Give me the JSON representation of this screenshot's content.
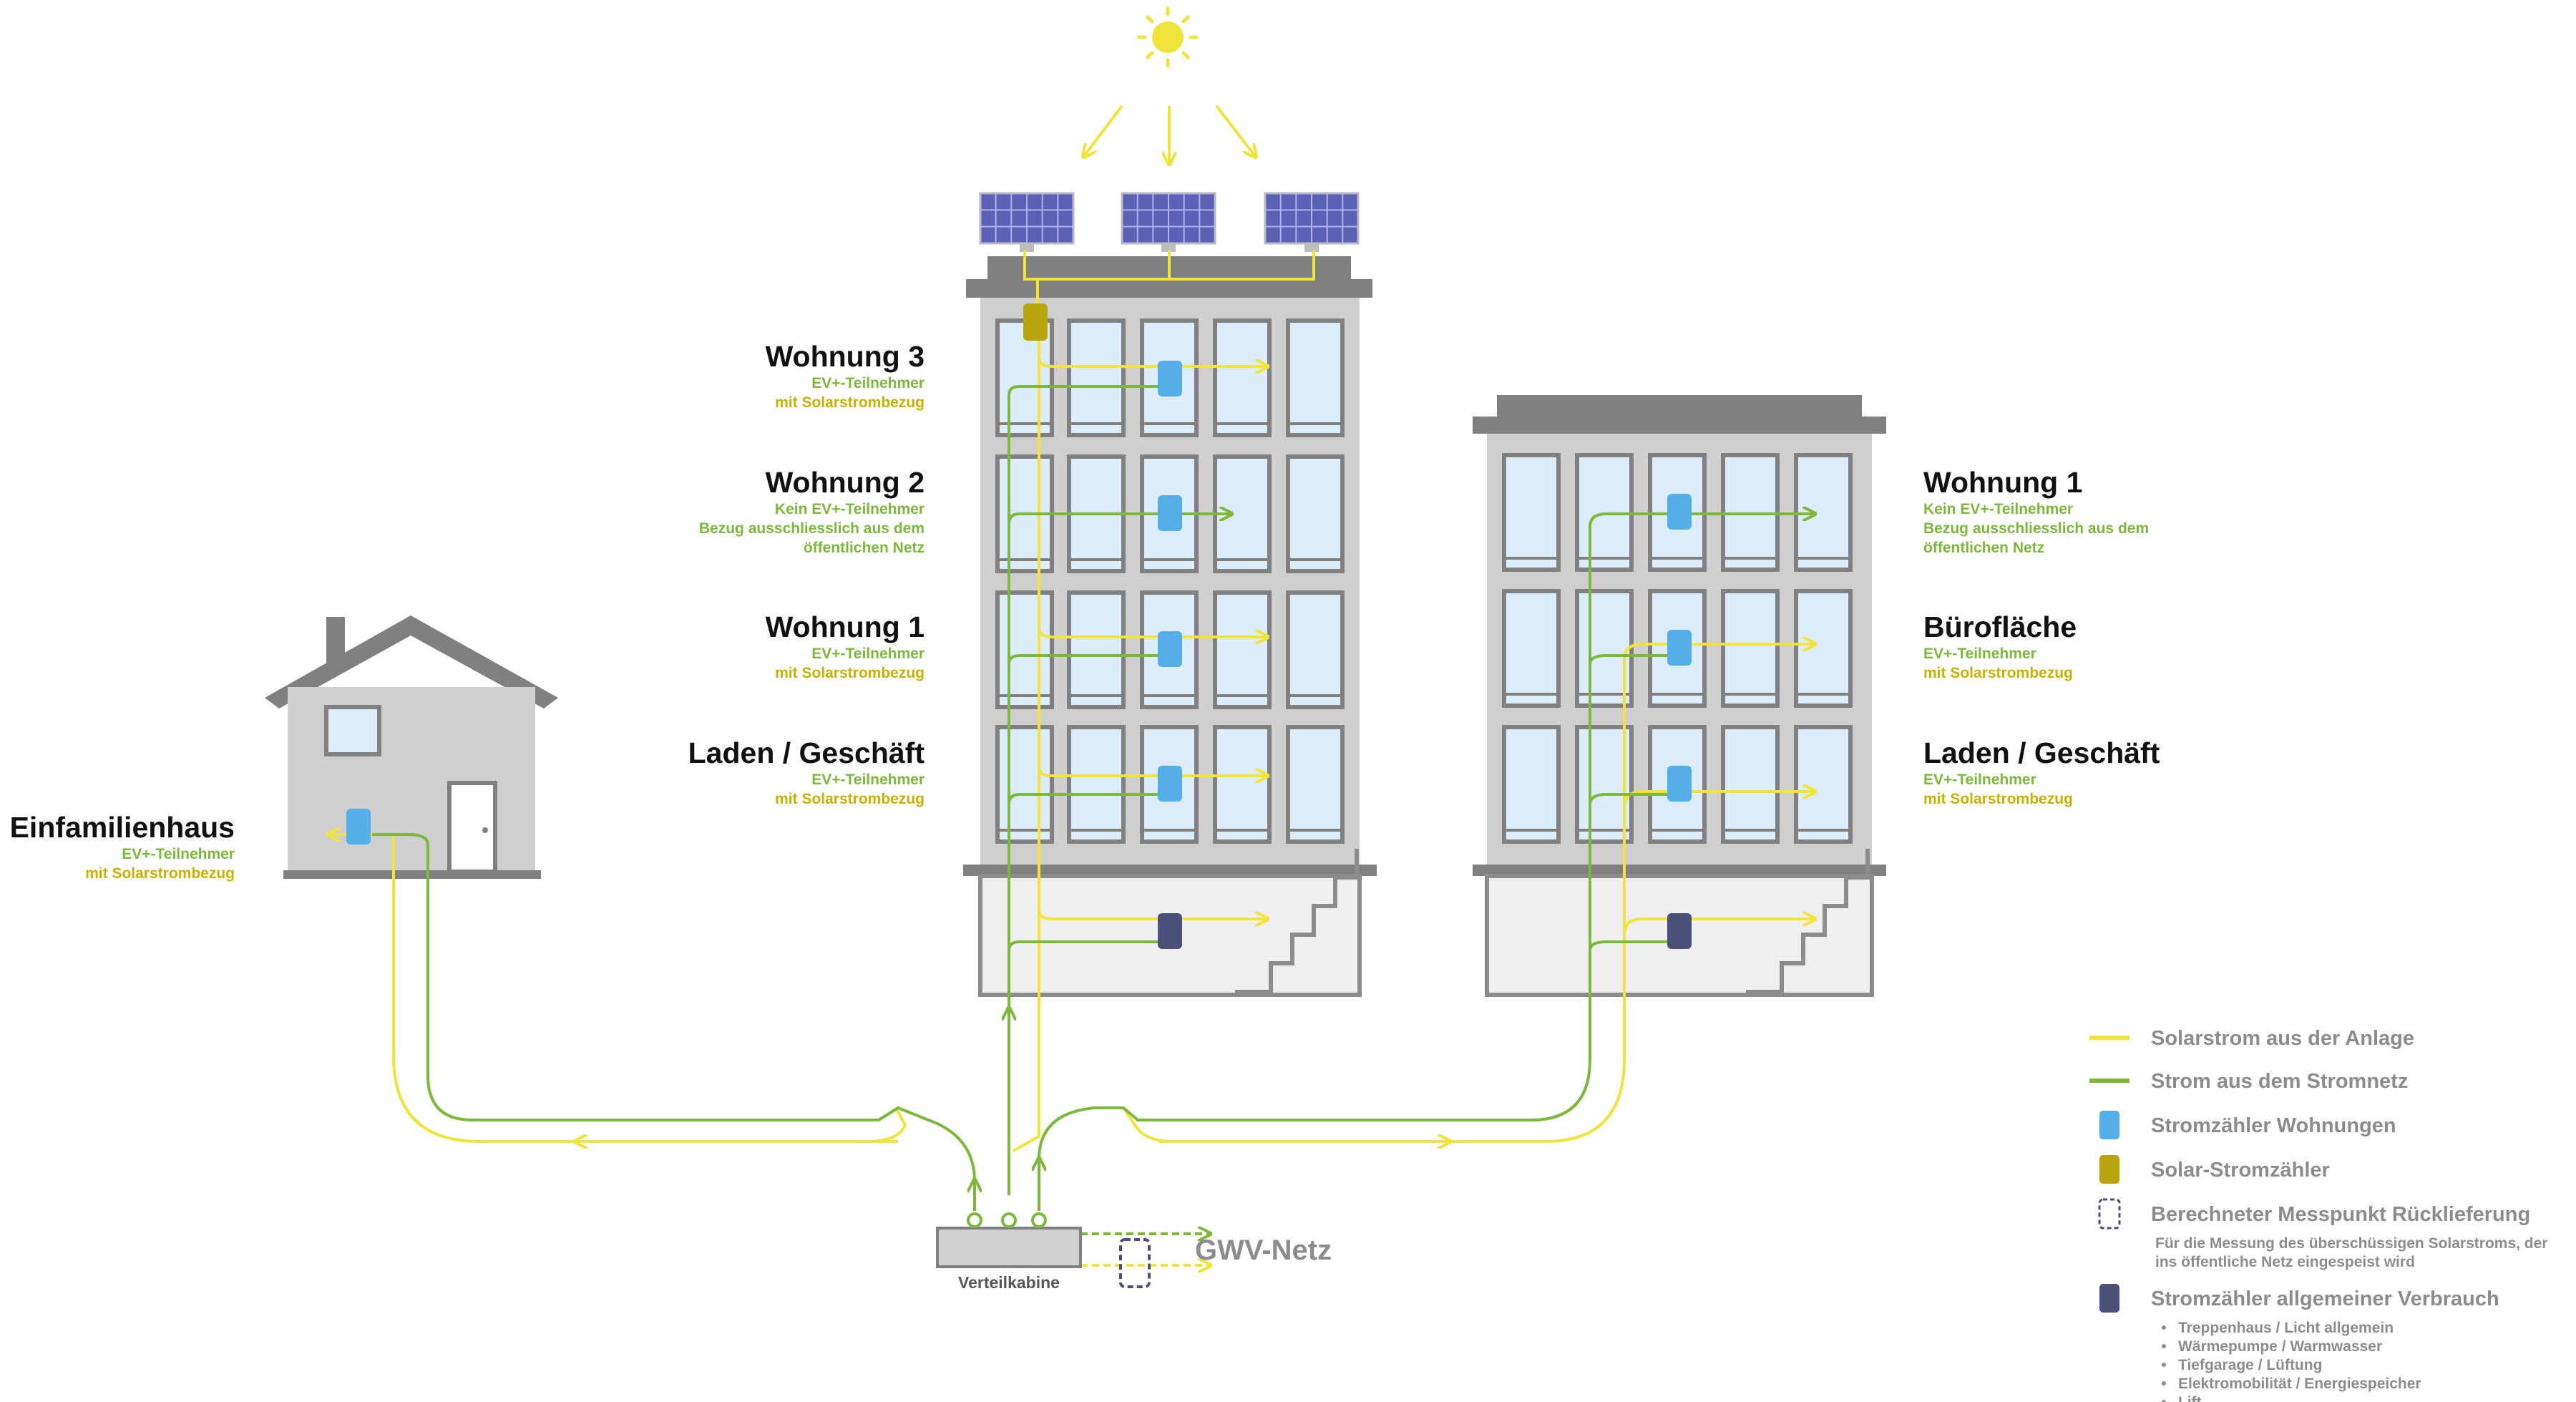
{
  "colors": {
    "solar": "#f0e43a",
    "grid": "#7cb83a",
    "meter_unit": "#55aee8",
    "meter_solar": "#b8a50d",
    "meter_general": "#4a5078",
    "building": "#808080",
    "facade": "#cfcfcf",
    "window": "#dcecf8",
    "text_green": "#7cb83a",
    "text_yellow": "#c9b100",
    "text_gray": "#8c8c8c"
  },
  "icons": [
    "sun-icon",
    "solar-panel-icon",
    "meter-icon",
    "house-icon",
    "stairs-icon"
  ],
  "left_building": {
    "units": [
      {
        "title": "Wohnung 3",
        "lines": [
          "EV+-Teilnehmer",
          "mit Solarstrombezug"
        ],
        "participant": true
      },
      {
        "title": "Wohnung 2",
        "lines": [
          "Kein EV+-Teilnehmer",
          "Bezug ausschliesslich aus dem",
          "öffentlichen Netz"
        ],
        "participant": false
      },
      {
        "title": "Wohnung 1",
        "lines": [
          "EV+-Teilnehmer",
          "mit Solarstrombezug"
        ],
        "participant": true
      },
      {
        "title": "Laden / Geschäft",
        "lines": [
          "EV+-Teilnehmer",
          "mit Solarstrombezug"
        ],
        "participant": true
      }
    ]
  },
  "right_building": {
    "units": [
      {
        "title": "Wohnung 1",
        "lines": [
          "Kein EV+-Teilnehmer",
          "Bezug ausschliesslich aus dem",
          "öffentlichen Netz"
        ],
        "participant": false
      },
      {
        "title": "Bürofläche",
        "lines": [
          "EV+-Teilnehmer",
          "mit Solarstrombezug"
        ],
        "participant": true
      },
      {
        "title": "Laden / Geschäft",
        "lines": [
          "EV+-Teilnehmer",
          "mit Solarstrombezug"
        ],
        "participant": true
      }
    ]
  },
  "house": {
    "title": "Einfamilienhaus",
    "lines": [
      "EV+-Teilnehmer",
      "mit Solarstrombezug"
    ]
  },
  "distribution": {
    "label": "Verteilkabine",
    "grid_label": "GWV-Netz"
  },
  "legend": {
    "items": [
      {
        "label": "Solarstrom aus der Anlage",
        "symbol": "line-solar"
      },
      {
        "label": "Strom aus dem Stromnetz",
        "symbol": "line-grid"
      },
      {
        "label": "Stromzähler Wohnungen",
        "symbol": "meter-unit"
      },
      {
        "label": "Solar-Stromzähler",
        "symbol": "meter-solar"
      },
      {
        "label": "Berechneter Messpunkt Rücklieferung",
        "symbol": "meter-virtual",
        "note": [
          "Für die Messung des überschüssigen Solarstroms, der",
          "ins öffentliche Netz eingespeist wird"
        ]
      },
      {
        "label": "Stromzähler allgemeiner Verbrauch",
        "symbol": "meter-general",
        "bullets": [
          "Treppenhaus / Licht allgemein",
          "Wärmepumpe / Warmwasser",
          "Tiefgarage / Lüftung",
          "Elektromobilität / Energiespeicher",
          "Lift"
        ]
      }
    ]
  }
}
